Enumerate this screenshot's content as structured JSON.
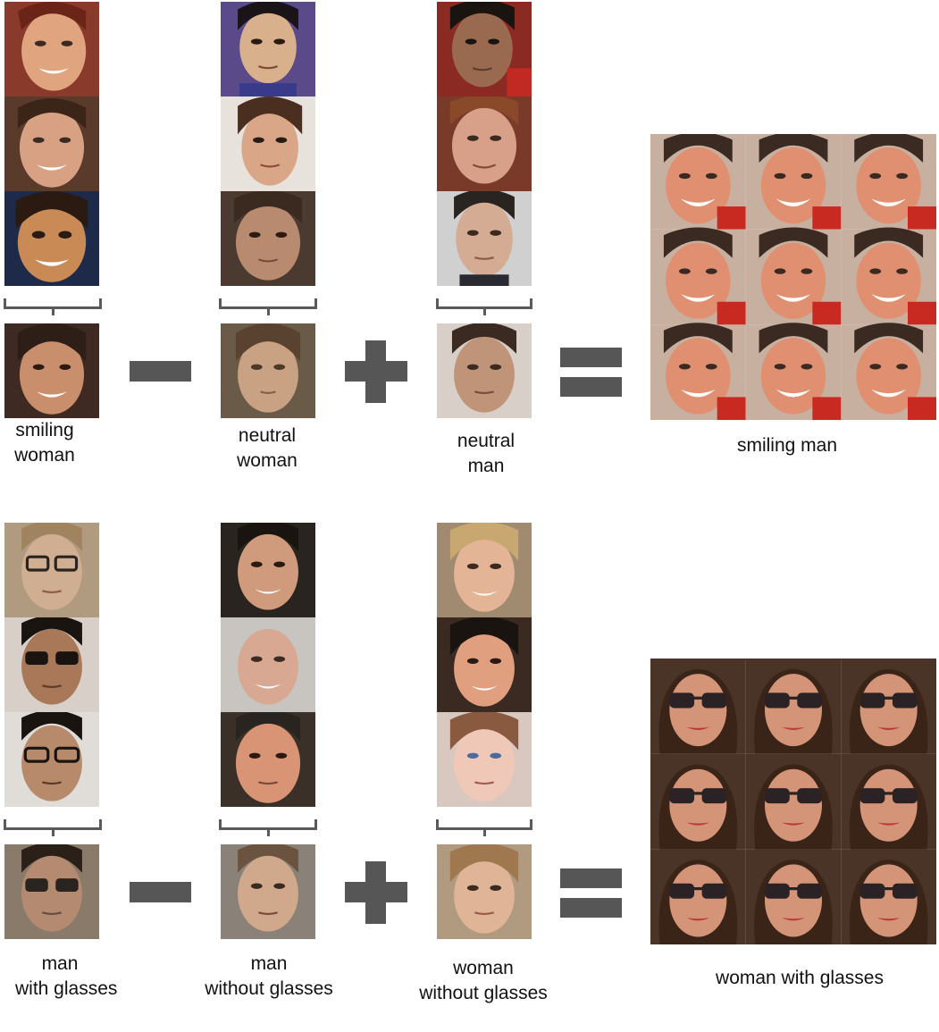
{
  "rows": [
    {
      "groups": [
        {
          "label": [
            "smiling",
            "woman"
          ],
          "faces": [
            "smiling-woman",
            "smiling-woman",
            "smiling-woman"
          ],
          "average": "smiling-woman"
        },
        {
          "label": [
            "neutral",
            "woman"
          ],
          "faces": [
            "neutral-man",
            "neutral-woman",
            "neutral-woman"
          ],
          "average": "neutral-woman"
        },
        {
          "label": [
            "neutral",
            "man"
          ],
          "faces": [
            "neutral-man",
            "neutral-man",
            "neutral-man"
          ],
          "average": "neutral-man"
        }
      ],
      "operators": [
        "minus",
        "plus",
        "equals"
      ],
      "result": {
        "label": [
          "smiling man"
        ],
        "faces": "smiling-man"
      }
    },
    {
      "groups": [
        {
          "label": [
            "man",
            "with glasses"
          ],
          "faces": [
            "man-glasses",
            "man-glasses",
            "man-glasses"
          ],
          "average": "man-glasses"
        },
        {
          "label": [
            "man",
            "without glasses"
          ],
          "faces": [
            "man-no-glasses",
            "man-no-glasses",
            "man-no-glasses"
          ],
          "average": "man-no-glasses"
        },
        {
          "label": [
            "woman",
            "without glasses"
          ],
          "faces": [
            "woman-no-glasses",
            "woman-no-glasses",
            "woman-no-glasses"
          ],
          "average": "woman-no-glasses"
        }
      ],
      "operators": [
        "minus",
        "plus",
        "equals"
      ],
      "result": {
        "label": [
          "woman with glasses"
        ],
        "faces": "woman-glasses"
      }
    }
  ],
  "colors": {
    "operator": "#565656",
    "bracket": "#5a5a5a"
  }
}
